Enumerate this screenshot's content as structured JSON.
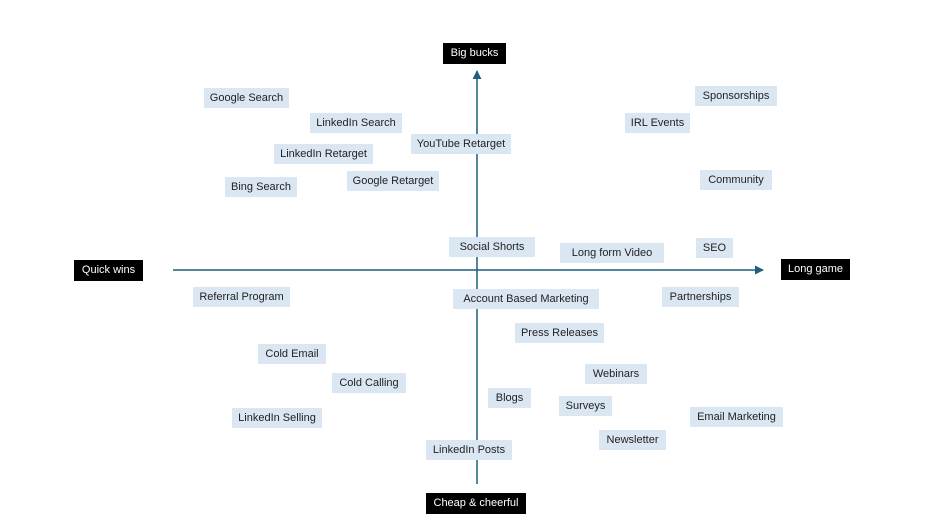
{
  "colors": {
    "axis": "#1f5f7f",
    "tag_bg": "#dae7f3",
    "label_bg": "#000000",
    "label_text": "#ffffff"
  },
  "axes": {
    "top": "Big bucks",
    "bottom": "Cheap & cheerful",
    "left": "Quick wins",
    "right": "Long game"
  },
  "tactics": [
    {
      "key": "google-search",
      "label": "Google Search"
    },
    {
      "key": "linkedin-search",
      "label": "LinkedIn Search"
    },
    {
      "key": "youtube-retarget",
      "label": "YouTube Retarget"
    },
    {
      "key": "linkedin-retarget",
      "label": "LinkedIn Retarget"
    },
    {
      "key": "bing-search",
      "label": "Bing Search"
    },
    {
      "key": "google-retarget",
      "label": "Google Retarget"
    },
    {
      "key": "sponsorships",
      "label": "Sponsorships"
    },
    {
      "key": "irl-events",
      "label": "IRL Events"
    },
    {
      "key": "community",
      "label": "Community"
    },
    {
      "key": "social-shorts",
      "label": "Social Shorts"
    },
    {
      "key": "long-form-video",
      "label": "Long form Video"
    },
    {
      "key": "seo",
      "label": "SEO"
    },
    {
      "key": "referral-program",
      "label": "Referral Program"
    },
    {
      "key": "account-based-marketing",
      "label": "Account Based Marketing"
    },
    {
      "key": "partnerships",
      "label": "Partnerships"
    },
    {
      "key": "press-releases",
      "label": "Press Releases"
    },
    {
      "key": "cold-email",
      "label": "Cold Email"
    },
    {
      "key": "cold-calling",
      "label": "Cold Calling"
    },
    {
      "key": "webinars",
      "label": "Webinars"
    },
    {
      "key": "blogs",
      "label": "Blogs"
    },
    {
      "key": "surveys",
      "label": "Surveys"
    },
    {
      "key": "linkedin-selling",
      "label": "LinkedIn Selling"
    },
    {
      "key": "email-marketing",
      "label": "Email Marketing"
    },
    {
      "key": "newsletter",
      "label": "Newsletter"
    },
    {
      "key": "linkedin-posts",
      "label": "LinkedIn Posts"
    }
  ]
}
